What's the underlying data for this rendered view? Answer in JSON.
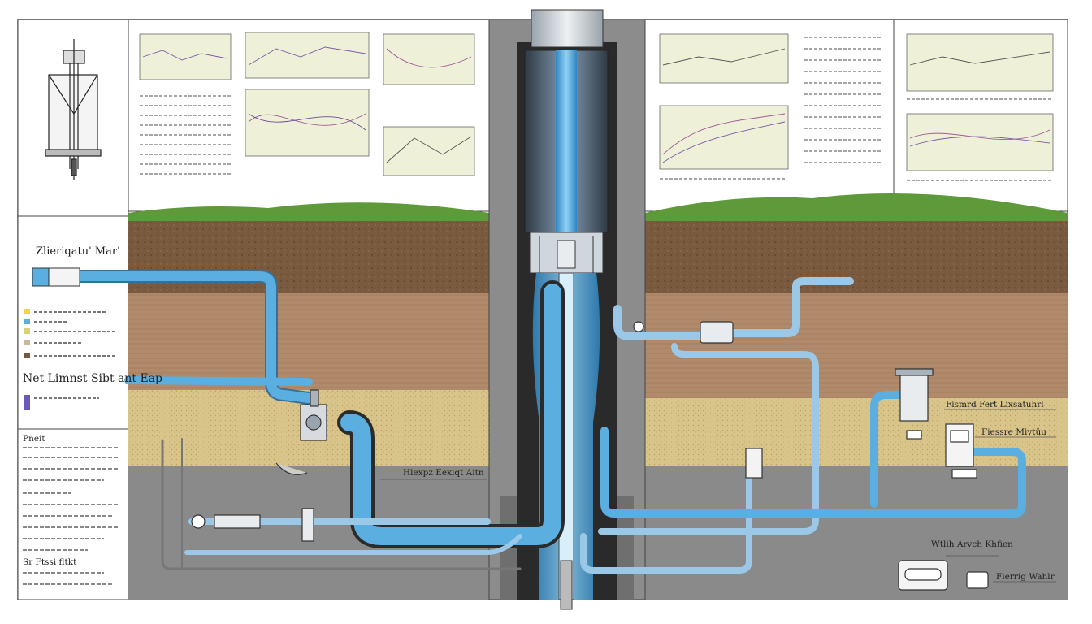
{
  "labels": {
    "left_title": "Zlieriqatu' Mar'",
    "left_heading": "Net Limnst Sibt ant Eap",
    "center_pit_label": "Hlexpz Eexiqt Aitn",
    "right_label_1": "Fismrd Fert Lixsatuhrl",
    "right_label_2": "Fiessre Mivtûu",
    "right_label_3": "Wtlih Arvch Khfien",
    "right_label_4": "Fierrig Wahlr",
    "notes_header_1": "Pneit",
    "notes_header_2": "Sr Ftssi fltkt"
  },
  "colors": {
    "pipe_blue": "#5aaee0",
    "pipe_dark": "#3b4654",
    "grass": "#5e9a3a",
    "topsoil": "#7a5a3e",
    "clay": "#b08a6a",
    "sand": "#d9c48a",
    "bedrock": "#8a8a8a",
    "panel_bg": "#eef1d8"
  },
  "legend": [
    {
      "color": "#f2d24a"
    },
    {
      "color": "#5aaee0"
    },
    {
      "color": "#d9d27a"
    },
    {
      "color": "#c9b79a"
    },
    {
      "color": "#7a5a3e"
    }
  ],
  "icons": [
    "well-casing-icon",
    "valve-icon",
    "pump-icon",
    "pressure-tank-icon",
    "control-box-icon"
  ]
}
